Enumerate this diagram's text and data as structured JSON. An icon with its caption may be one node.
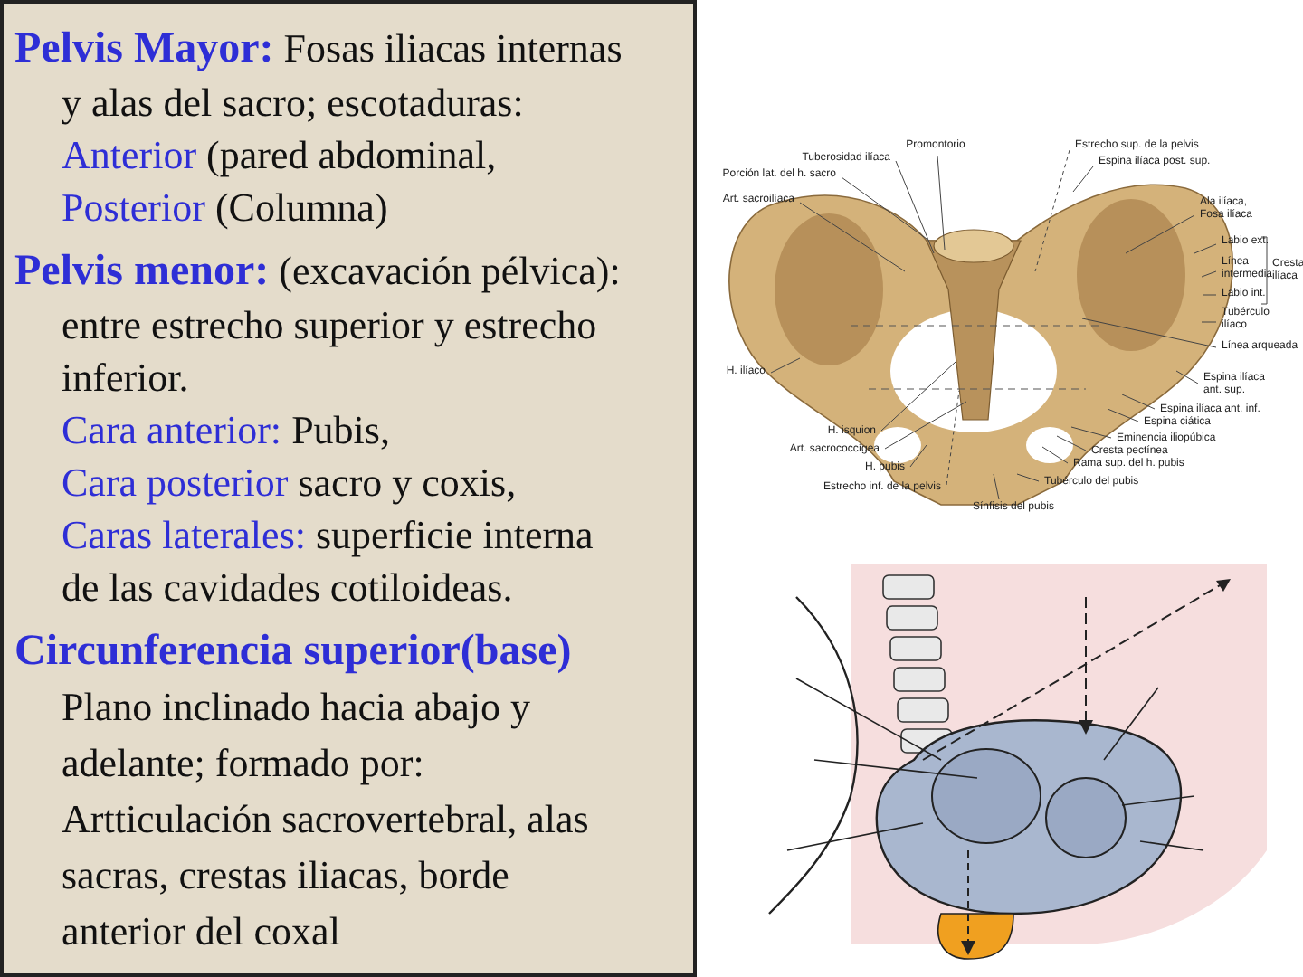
{
  "diagram": {
    "nodes": [
      {
        "text": [
          "Pelvis Mayor:",
          "Fosas iliacas internas y alas del sacro; escotaduras:",
          "Anterior",
          "(pared abdominal,",
          "Posterior",
          "(Columna)",
          "Pelvis menor:",
          "(excavación pélvica): entre estrecho superior y estrecho inferior.",
          "Cara anterior:",
          "Pubis,",
          "Cara posterior",
          "sacro y coxis,",
          "Caras laterales:",
          "superficie interna de las cavidades cotiloideas.",
          "Circunferencia superior(base)",
          "Plano inclinado hacia abajo y adelante; formado por: Artticulación sacrovertebral, alas sacras, crestas iliacas, borde anterior del coxal"
        ]
      },
      {
        "text": [],
        "shape": "picture"
      },
      {
        "text": [],
        "shape": "picture"
      },
      {
        "text": [
          "Promontorio"
        ],
        "in": 1
      },
      {
        "text": [
          "Estrecho sup. de la pelvis"
        ],
        "in": 1
      },
      {
        "text": [
          "Tuberosidad ilíaca"
        ],
        "in": 1
      },
      {
        "text": [
          "Espina ilíaca post. sup."
        ],
        "in": 1
      },
      {
        "text": [
          "Porción lat. del h. sacro"
        ],
        "in": 1
      },
      {
        "text": [
          "Art. sacroilíaca"
        ],
        "in": 1
      },
      {
        "text": [
          "Ala ilíaca, Fosa ilíaca"
        ],
        "in": 1
      },
      {
        "text": [
          "Labio ext."
        ],
        "in": 1
      },
      {
        "text": [
          "Línea intermedia"
        ],
        "in": 1
      },
      {
        "text": [
          "Cresta ilíaca"
        ],
        "in": 1
      },
      {
        "text": [
          "Labio int."
        ],
        "in": 1
      },
      {
        "text": [
          "Tubérculo ilíaco"
        ],
        "in": 1
      },
      {
        "text": [
          "Línea arqueada"
        ],
        "in": 1
      },
      {
        "text": [
          "H. ilíaco"
        ],
        "in": 1
      },
      {
        "text": [
          "Espina ilíaca ant. sup."
        ],
        "in": 1
      },
      {
        "text": [
          "Espina ilíaca ant. inf."
        ],
        "in": 1
      },
      {
        "text": [
          "Espina ciática"
        ],
        "in": 1
      },
      {
        "text": [
          "H. isquion"
        ],
        "in": 1
      },
      {
        "text": [
          "Eminencia iliopúbica"
        ],
        "in": 1
      },
      {
        "text": [
          "Art. sacrococcígea"
        ],
        "in": 1
      },
      {
        "text": [
          "Cresta pectínea"
        ],
        "in": 1
      },
      {
        "text": [
          "Rama sup. del h. pubis"
        ],
        "in": 1
      },
      {
        "text": [
          "H. pubis"
        ],
        "in": 1
      },
      {
        "text": [
          "Tubérculo del pubis"
        ],
        "in": 1
      },
      {
        "text": [
          "Estrecho inf. de la pelvis"
        ],
        "in": 1
      },
      {
        "text": [
          "Sínfisis del pubis"
        ],
        "in": 1
      }
    ],
    "edges": [
      {
        "from": 3,
        "to": 1,
        "arrow": "none"
      },
      {
        "from": 4,
        "to": 1,
        "arrow": "none",
        "style": "dashed"
      },
      {
        "from": 5,
        "to": 1,
        "arrow": "none"
      },
      {
        "from": 6,
        "to": 1,
        "arrow": "none"
      },
      {
        "from": 7,
        "to": 1,
        "arrow": "none"
      },
      {
        "from": 8,
        "to": 1,
        "arrow": "none"
      },
      {
        "from": 9,
        "to": 1,
        "arrow": "none"
      },
      {
        "from": 10,
        "to": 1,
        "arrow": "none"
      },
      {
        "from": 11,
        "to": 1,
        "arrow": "none"
      },
      {
        "from": 13,
        "to": 1,
        "arrow": "none"
      },
      {
        "from": 14,
        "to": 1,
        "arrow": "none"
      },
      {
        "from": 15,
        "to": 1,
        "arrow": "none"
      },
      {
        "from": 16,
        "to": 1,
        "arrow": "none"
      },
      {
        "from": 17,
        "to": 1,
        "arrow": "none"
      },
      {
        "from": 18,
        "to": 1,
        "arrow": "none"
      },
      {
        "from": 19,
        "to": 1,
        "arrow": "none"
      },
      {
        "from": 20,
        "to": 1,
        "arrow": "none"
      },
      {
        "from": 21,
        "to": 1,
        "arrow": "none"
      },
      {
        "from": 22,
        "to": 1,
        "arrow": "none"
      },
      {
        "from": 23,
        "to": 1,
        "arrow": "none"
      },
      {
        "from": 24,
        "to": 1,
        "arrow": "none"
      },
      {
        "from": 25,
        "to": 1,
        "arrow": "none"
      },
      {
        "from": 26,
        "to": 1,
        "arrow": "none"
      },
      {
        "from": 27,
        "to": 1,
        "arrow": "none",
        "style": "dashed"
      },
      {
        "from": 28,
        "to": 1,
        "arrow": "none"
      }
    ]
  }
}
